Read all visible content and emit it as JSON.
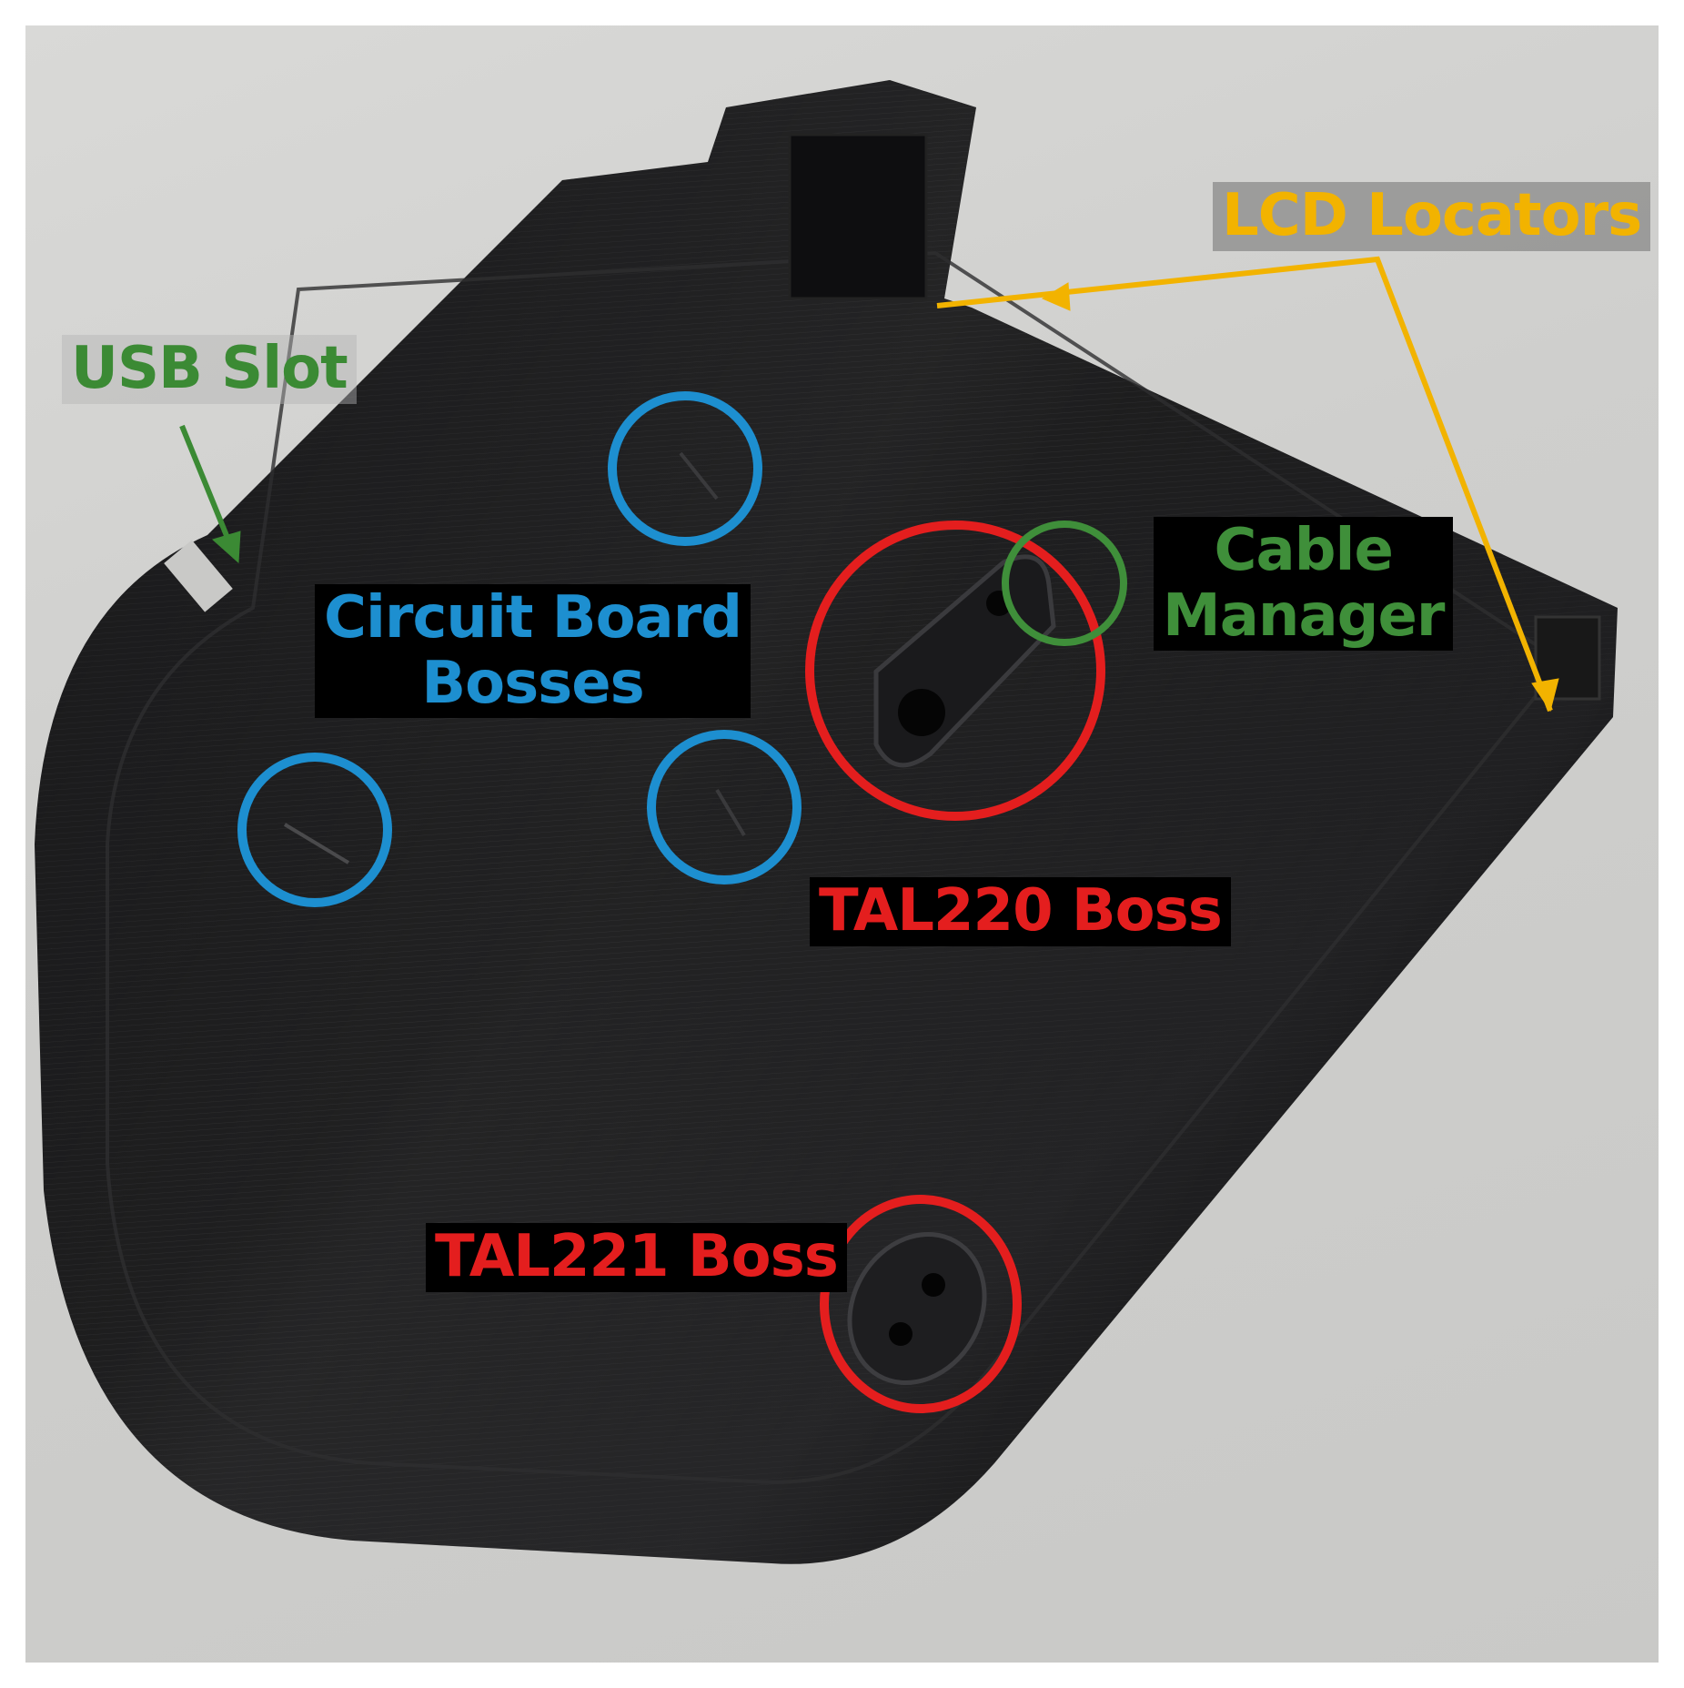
{
  "labels": {
    "usb_slot": "USB Slot",
    "lcd_locators": "LCD Locators",
    "circuit_board_bosses_line1": "Circuit Board",
    "circuit_board_bosses_line2": "Bosses",
    "cable_manager_line1": "Cable",
    "cable_manager_line2": "Manager",
    "tal220_boss": "TAL220 Boss",
    "tal221_boss": "TAL221 Boss"
  },
  "colors": {
    "usb_slot": "#3b8a34",
    "lcd_locators": "#f2b300",
    "circuit_board_bosses": "#1d8fd0",
    "cable_manager": "#3f8f3a",
    "tal_boss": "#e41e1e",
    "enclosure": "#0b0b0c",
    "background": "#d2d2d0"
  }
}
